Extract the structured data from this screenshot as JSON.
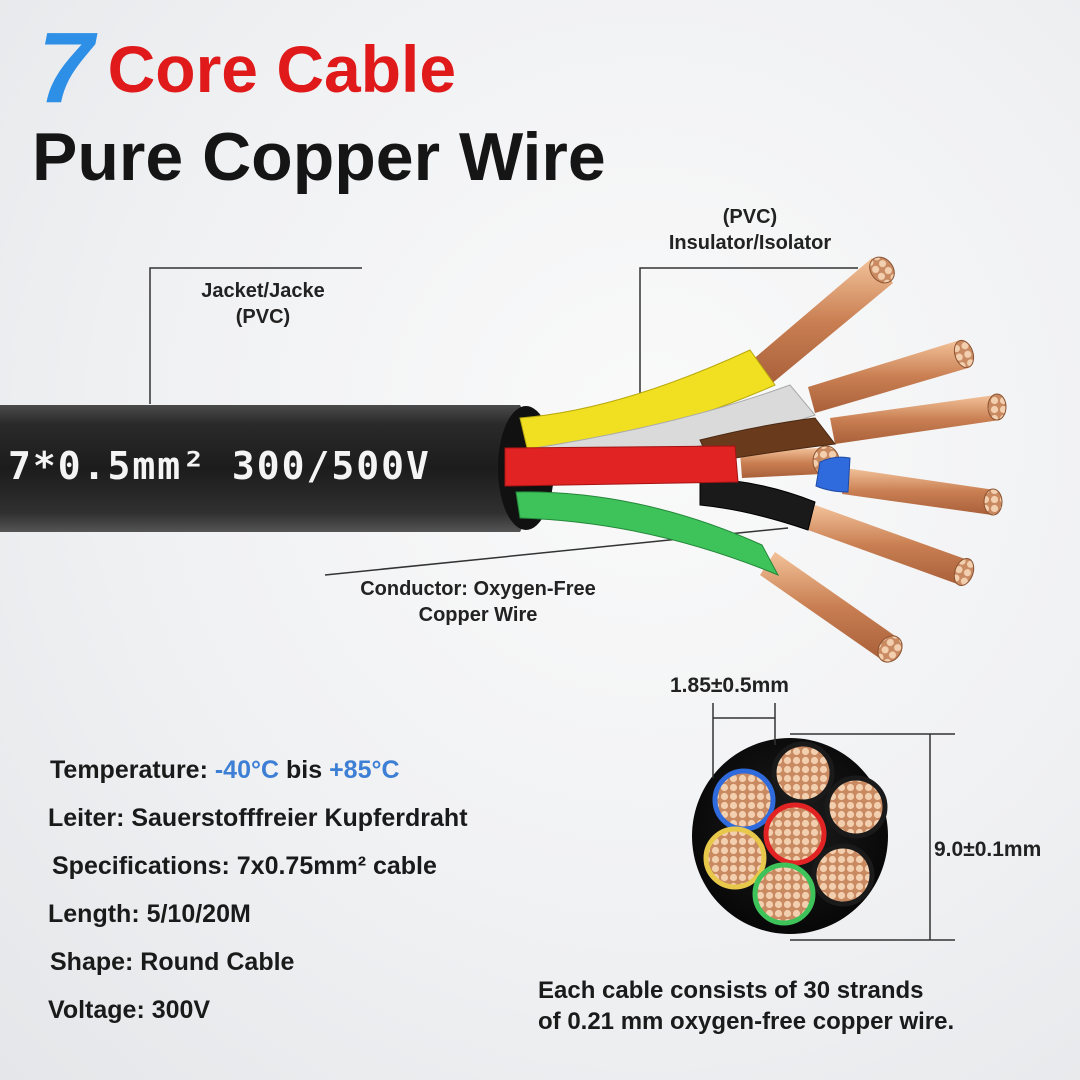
{
  "header": {
    "number": "7",
    "title_colored": "Core Cable",
    "subtitle": "Pure Copper Wire"
  },
  "cable": {
    "print_text": "7*0.5mm² 300/500V",
    "core_colors": [
      "#f0e021",
      "#dadada",
      "#6a3a1c",
      "#e22323",
      "#2f6bdc",
      "#1a1a1a",
      "#3ec25a"
    ],
    "jacket_color": "#2b2b2b",
    "conductor_color": "#d9976b"
  },
  "callouts": {
    "jacket_line1": "Jacket/Jacke",
    "jacket_line2": "(PVC)",
    "insulator_line1": "(PVC)",
    "insulator_line2": "Insulator/Isolator",
    "conductor_line1": "Conductor: Oxygen-Free",
    "conductor_line2": "Copper Wire"
  },
  "specs": {
    "temperature_label": "Temperature: ",
    "temperature_min": "-40°C",
    "temperature_mid": " bis ",
    "temperature_max": "+85°C",
    "leiter": "Leiter: Sauerstofffreier Kupferdraht",
    "specifications": "Specifications: 7x0.75mm² cable",
    "length": "Length: 5/10/20M",
    "shape": "Shape: Round Cable",
    "voltage": "Voltage: 300V"
  },
  "cross_section": {
    "core_diameter": "1.85±0.5mm",
    "cable_diameter": "9.0±0.1mm",
    "ring_colors": [
      "#2f6bdc",
      "#e8c84a",
      "#3ec25a",
      "#e22323",
      "#1a1a1a",
      "#1a1a1a",
      "#1a1a1a"
    ]
  },
  "note": {
    "line1": "Each cable consists of 30 strands",
    "line2": "of 0.21 mm oxygen-free copper wire."
  }
}
